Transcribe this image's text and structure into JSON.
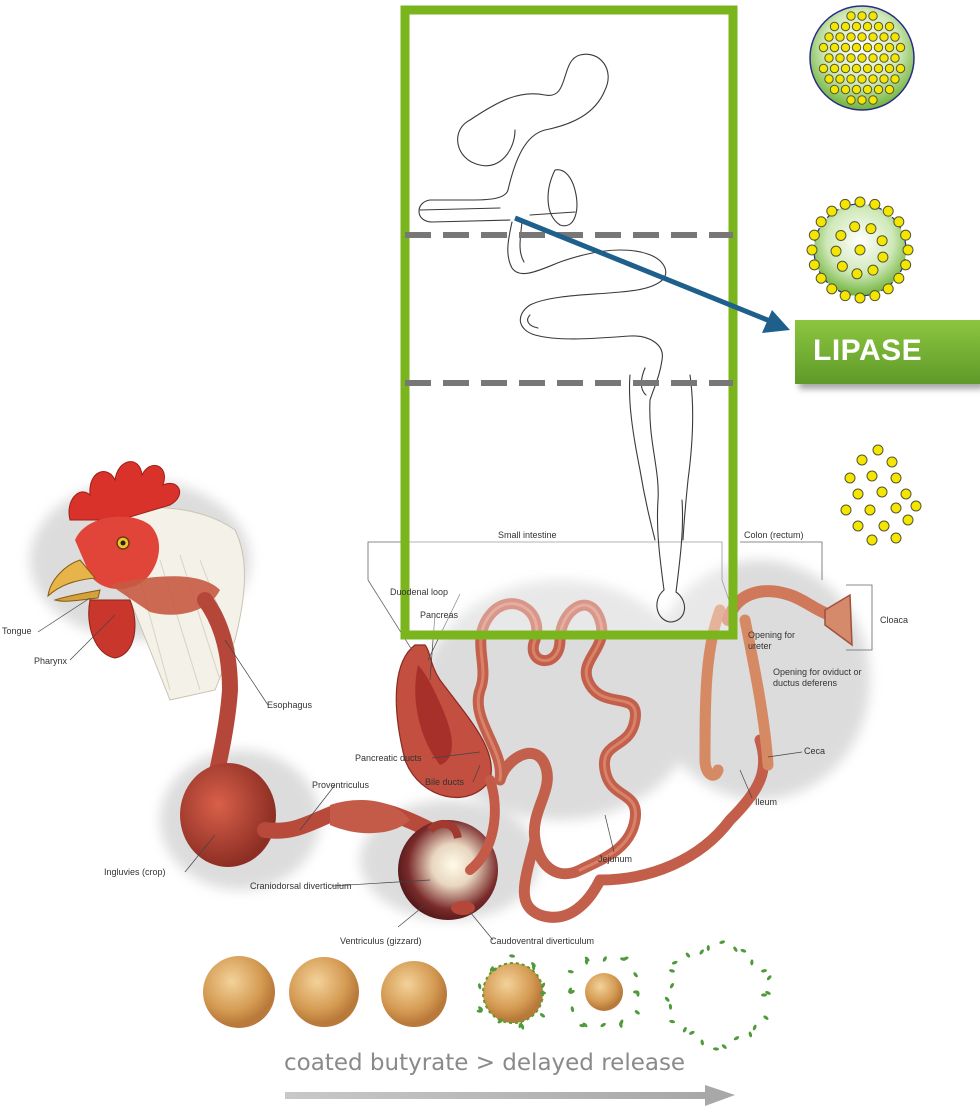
{
  "anatomy_labels": {
    "tongue": "Tongue",
    "pharynx": "Pharynx",
    "esophagus": "Esophagus",
    "proventriculus": "Proventriculus",
    "ingluvies": "Ingluvies (crop)",
    "cranio_diverticulum": "Craniodorsal diverticulum",
    "ventriculus": "Ventriculus (gizzard)",
    "caudo_diverticulum": "Caudoventral diverticulum",
    "duodenal_loop": "Duodenal loop",
    "pancreas": "Pancreas",
    "pancreatic_ducts": "Pancreatic ducts",
    "bile_ducts": "Bile ducts",
    "jejunum": "Jejunum",
    "small_intestine": "Small intestine",
    "colon": "Colon (rectum)",
    "cloaca": "Cloaca",
    "opening_ureter": "Opening for ureter",
    "opening_oviduct": "Opening for oviduct or ductus deferens",
    "ceca": "Ceca",
    "ileum": "Ileum"
  },
  "lipase_label": "LIPASE",
  "caption": "coated butyrate > delayed release",
  "colors": {
    "frame_green": "#7ab51d",
    "dashed_gray": "#777777",
    "arrow_blue": "#1f5f8b",
    "granule_yellow": "#f4e600",
    "granule_outline": "#2a2a8a",
    "tissue_red": "#b5473a"
  },
  "icons": {
    "granule_intact": "coated-granule-icon",
    "granule_releasing": "releasing-granule-icon",
    "granule_released": "released-particles-icon"
  }
}
